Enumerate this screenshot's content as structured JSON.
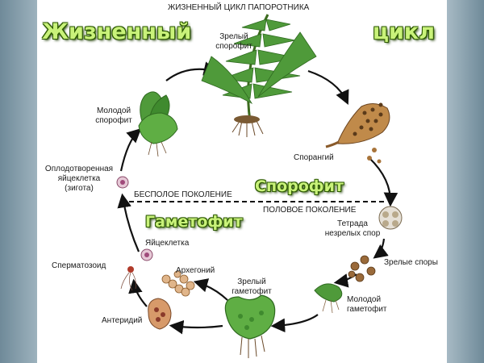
{
  "diagram": {
    "title": "ЖИЗНЕННЫЙ ЦИКЛ ПАПОРОТНИКА",
    "overlay_left": "Жизненный",
    "overlay_right": "цикл",
    "sporophyte_label": "Спорофит",
    "gametophyte_label": "Гаметофит",
    "asexual_generation": "БЕСПОЛОЕ ПОКОЛЕНИЕ",
    "sexual_generation": "ПОЛОВОЕ ПОКОЛЕНИЕ",
    "stages": {
      "mature_sporophyte": "Зрелый\nспорофит",
      "sporangium": "Спорангий",
      "tetrad": "Тетрада\nнезрелых спор",
      "mature_spores": "Зрелые споры",
      "young_gametophyte": "Молодой\nгаметофит",
      "mature_gametophyte": "Зрелый\nгаметофит",
      "antheridium": "Антеридий",
      "archegonium": "Архегоний",
      "spermatozoid": "Сперматозоид",
      "egg_cell": "Яйцеклетка",
      "zygote": "Оплодотворенная\nяйцеклетка\n(зигота)",
      "young_sporophyte": "Молодой\nспорофит"
    },
    "colors": {
      "overlay_text": "#c9f27a",
      "overlay_outline": "#2d5a00",
      "plant_green": "#3f8a2e",
      "sporangium_brown": "#a8743a"
    }
  }
}
